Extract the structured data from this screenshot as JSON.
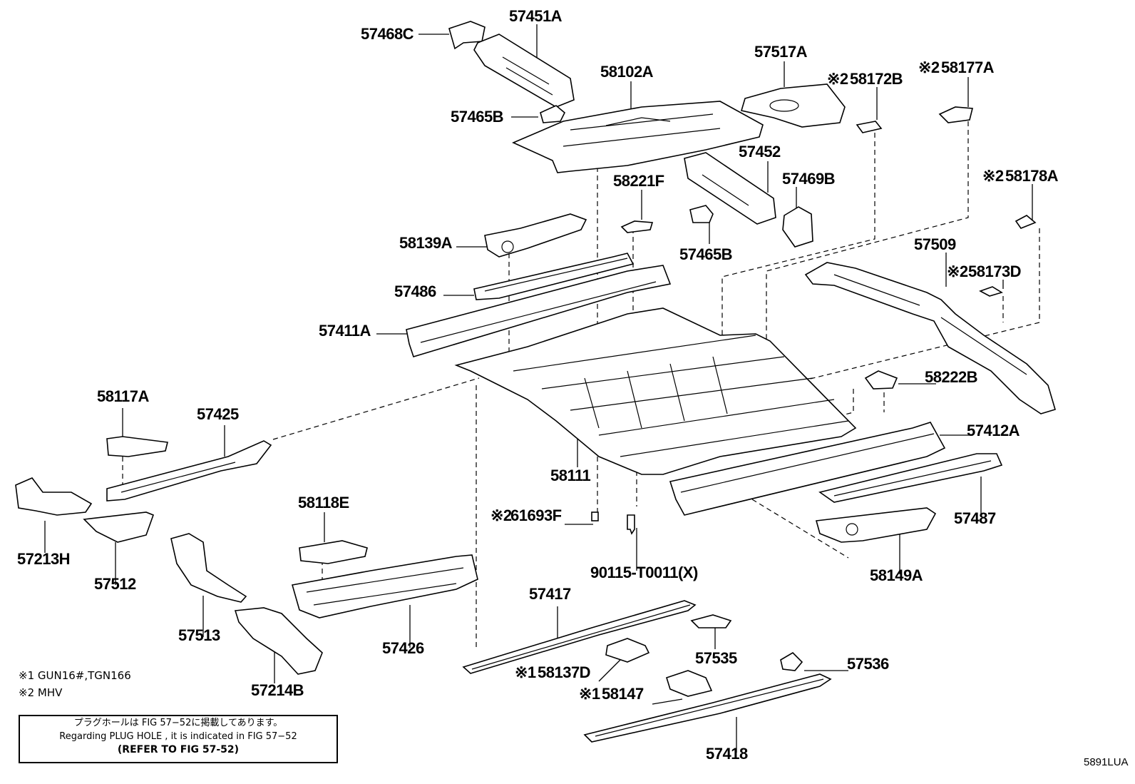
{
  "parts": {
    "p57451A": "57451A",
    "p57468C": "57468C",
    "p57517A": "57517A",
    "p58102A": "58102A",
    "p58172B": "58172B",
    "p58177A": "58177A",
    "p57465B_top": "57465B",
    "p57452": "57452",
    "p58221F": "58221F",
    "p57469B": "57469B",
    "p58178A": "58178A",
    "p58139A": "58139A",
    "p57465B_mid": "57465B",
    "p57509": "57509",
    "p58173D": "58173D",
    "p57486": "57486",
    "p57411A": "57411A",
    "p58222B": "58222B",
    "p58117A": "58117A",
    "p57425": "57425",
    "p57412A": "57412A",
    "p58111": "58111",
    "p57487": "57487",
    "p58118E": "58118E",
    "p61693F": "61693F",
    "p57213H": "57213H",
    "p90115": "90115-T0011(X)",
    "p58149A": "58149A",
    "p57512": "57512",
    "p57417": "57417",
    "p57513": "57513",
    "p57426": "57426",
    "p57535": "57535",
    "p57536": "57536",
    "p58137D": "58137D",
    "p57214B": "57214B",
    "p58147": "58147",
    "p57418": "57418"
  },
  "marks": {
    "m1": "※1",
    "m2": "※2"
  },
  "footnotes": {
    "n1": "※1 GUN16#,TGN166",
    "n2": "※2 MHV"
  },
  "notebox": {
    "line1": "プラグホールは FIG 57−52に掲載してあります。",
    "line2": "Regarding  PLUG  HOLE , it is indicated in FIG  57−52",
    "line3": "(REFER TO FIG 57-52)"
  },
  "figure_code": "5891LUA"
}
